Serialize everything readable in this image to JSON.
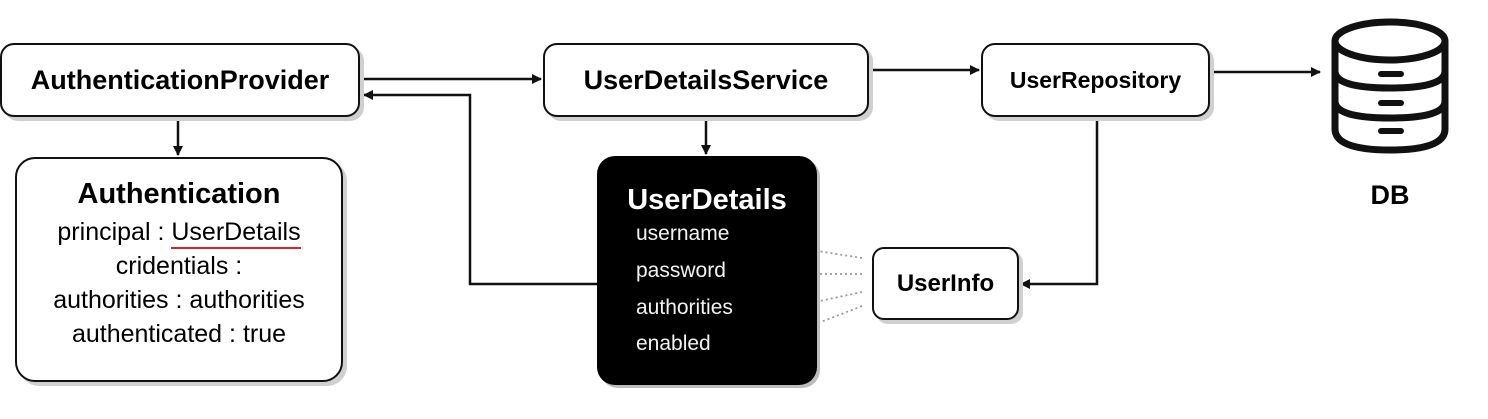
{
  "nodes": {
    "authentication_provider": "AuthenticationProvider",
    "user_details_service": "UserDetailsService",
    "user_repository": "UserRepository",
    "user_info": "UserInfo",
    "db": "DB"
  },
  "authentication": {
    "title": "Authentication",
    "principal_label": "principal",
    "principal_value": "UserDetails",
    "credentials_label": "cridentials",
    "authorities_label": "authorities",
    "authorities_value": "authorities",
    "authenticated_label": "authenticated",
    "authenticated_value": "true",
    "separator": ":"
  },
  "user_details": {
    "title": "UserDetails",
    "fields": [
      "username",
      "password",
      "authorities",
      "enabled"
    ]
  },
  "colors": {
    "stroke": "#111111",
    "box_fill": "#ffffff",
    "user_details_fill": "#000000",
    "underline": "#e0202a",
    "dotted_arrow": "#a8a8a8"
  }
}
